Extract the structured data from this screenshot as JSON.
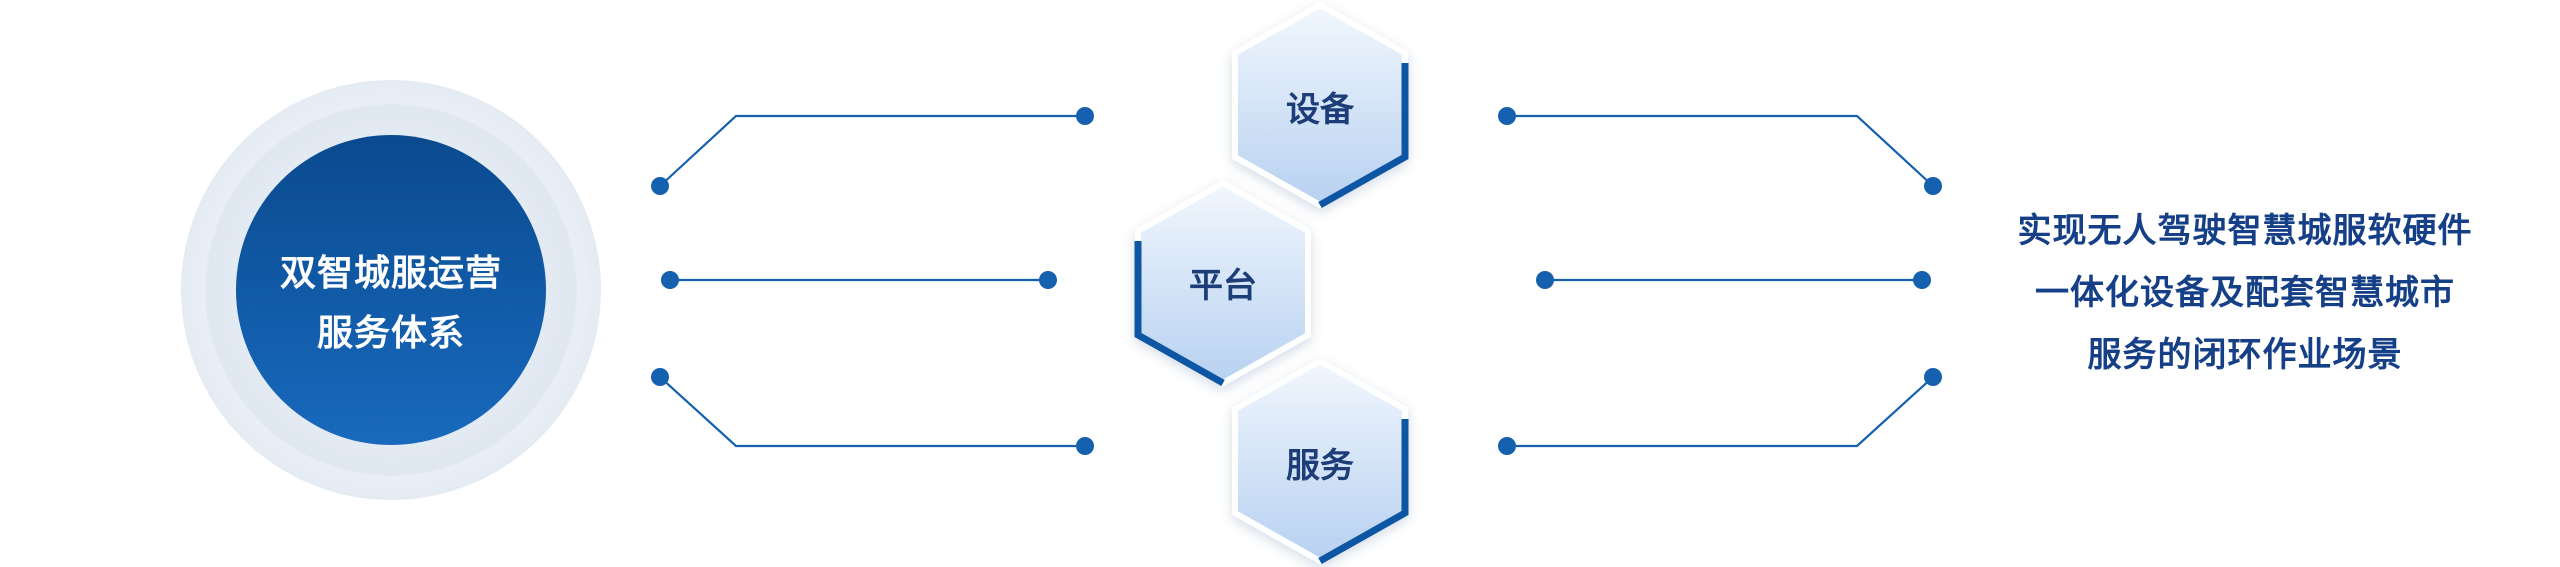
{
  "core": {
    "line1": "双智城服运营",
    "line2": "服务体系"
  },
  "pillars": [
    {
      "label": "设备"
    },
    {
      "label": "平台"
    },
    {
      "label": "服务"
    }
  ],
  "outcome": {
    "line1": "实现无人驾驶智慧城服软硬件",
    "line2": "一体化设备及配套智慧城市",
    "line3": "服务的闭环作业场景"
  },
  "colors": {
    "primary_blue": "#0b56a4",
    "dark_blue": "#0a3f86",
    "ring_light": "#e9eef5",
    "hex_fill_top": "#eef4fc",
    "hex_fill_bottom": "#b9d3f2",
    "connector": "#1660b0",
    "text_dark": "#153f86"
  }
}
